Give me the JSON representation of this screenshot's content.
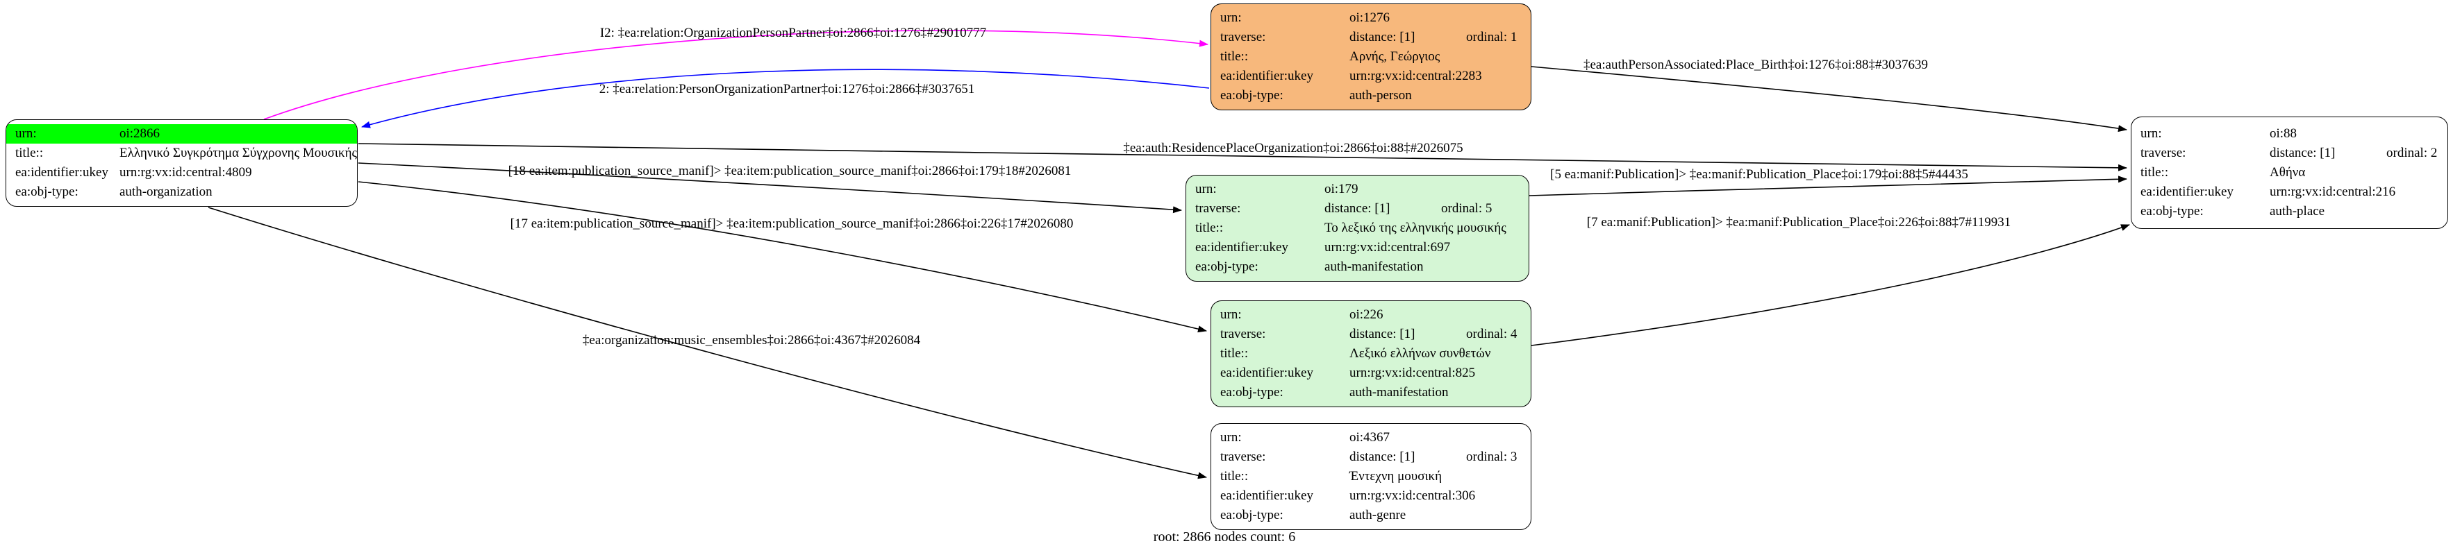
{
  "caption": "root: 2866 nodes count: 6",
  "colors": {
    "root_header": "#00ff00",
    "person_fill": "#f7b87c",
    "manifestation_fill": "#d5f6d5",
    "edge_magenta": "#ff00ff",
    "edge_blue": "#0000ff",
    "edge_black": "#000000"
  },
  "nodes": {
    "org2866": {
      "rows": {
        "urn": {
          "k": "urn:",
          "v": "oi:2866"
        },
        "title": {
          "k": "title::",
          "v": "Ελληνικό Συγκρότημα Σύγχρονης Μουσικής"
        },
        "ukey": {
          "k": "ea:identifier:ukey",
          "v": "urn:rg:vx:id:central:4809"
        },
        "objtype": {
          "k": "ea:obj-type:",
          "v": "auth-organization"
        }
      }
    },
    "person1276": {
      "rows": {
        "urn": {
          "k": "urn:",
          "v": "oi:1276"
        },
        "traverse": {
          "k": "traverse:",
          "v1": "distance: [1]",
          "v2": "ordinal: 1"
        },
        "title": {
          "k": "title::",
          "v": "Αρνής, Γεώργιος"
        },
        "ukey": {
          "k": "ea:identifier:ukey",
          "v": "urn:rg:vx:id:central:2283"
        },
        "objtype": {
          "k": "ea:obj-type:",
          "v": "auth-person"
        }
      }
    },
    "place88": {
      "rows": {
        "urn": {
          "k": "urn:",
          "v": "oi:88"
        },
        "traverse": {
          "k": "traverse:",
          "v1": "distance: [1]",
          "v2": "ordinal: 2"
        },
        "title": {
          "k": "title::",
          "v": "Αθήνα"
        },
        "ukey": {
          "k": "ea:identifier:ukey",
          "v": "urn:rg:vx:id:central:216"
        },
        "objtype": {
          "k": "ea:obj-type:",
          "v": "auth-place"
        }
      }
    },
    "manif179": {
      "rows": {
        "urn": {
          "k": "urn:",
          "v": "oi:179"
        },
        "traverse": {
          "k": "traverse:",
          "v1": "distance: [1]",
          "v2": "ordinal: 5"
        },
        "title": {
          "k": "title::",
          "v": "Το λεξικό της ελληνικής μουσικής"
        },
        "ukey": {
          "k": "ea:identifier:ukey",
          "v": "urn:rg:vx:id:central:697"
        },
        "objtype": {
          "k": "ea:obj-type:",
          "v": "auth-manifestation"
        }
      }
    },
    "manif226": {
      "rows": {
        "urn": {
          "k": "urn:",
          "v": "oi:226"
        },
        "traverse": {
          "k": "traverse:",
          "v1": "distance: [1]",
          "v2": "ordinal: 4"
        },
        "title": {
          "k": "title::",
          "v": "Λεξικό ελλήνων συνθετών"
        },
        "ukey": {
          "k": "ea:identifier:ukey",
          "v": "urn:rg:vx:id:central:825"
        },
        "objtype": {
          "k": "ea:obj-type:",
          "v": "auth-manifestation"
        }
      }
    },
    "genre4367": {
      "rows": {
        "urn": {
          "k": "urn:",
          "v": "oi:4367"
        },
        "traverse": {
          "k": "traverse:",
          "v1": "distance: [1]",
          "v2": "ordinal: 3"
        },
        "title": {
          "k": "title::",
          "v": "Έντεχνη μουσική"
        },
        "ukey": {
          "k": "ea:identifier:ukey",
          "v": "urn:rg:vx:id:central:306"
        },
        "objtype": {
          "k": "ea:obj-type:",
          "v": "auth-genre"
        }
      }
    }
  },
  "edges": {
    "e1": {
      "label": "I2: ‡ea:relation:OrganizationPersonPartner‡oi:2866‡oi:1276‡#29010777"
    },
    "e2": {
      "label": "2: ‡ea:relation:PersonOrganizationPartner‡oi:1276‡oi:2866‡#3037651"
    },
    "e3": {
      "label": "‡ea:authPersonAssociated:Place_Birth‡oi:1276‡oi:88‡#3037639"
    },
    "e4": {
      "label": "‡ea:auth:ResidencePlaceOrganization‡oi:2866‡oi:88‡#2026075"
    },
    "e5": {
      "label": "[18 ea:item:publication_source_manif]> ‡ea:item:publication_source_manif‡oi:2866‡oi:179‡18#2026081"
    },
    "e6": {
      "label": "[5 ea:manif:Publication]> ‡ea:manif:Publication_Place‡oi:179‡oi:88‡5#44435"
    },
    "e7": {
      "label": "[17 ea:item:publication_source_manif]> ‡ea:item:publication_source_manif‡oi:2866‡oi:226‡17#2026080"
    },
    "e8": {
      "label": "[7 ea:manif:Publication]> ‡ea:manif:Publication_Place‡oi:226‡oi:88‡7#119931"
    },
    "e9": {
      "label": "‡ea:organization:music_ensembles‡oi:2866‡oi:4367‡#2026084"
    }
  }
}
